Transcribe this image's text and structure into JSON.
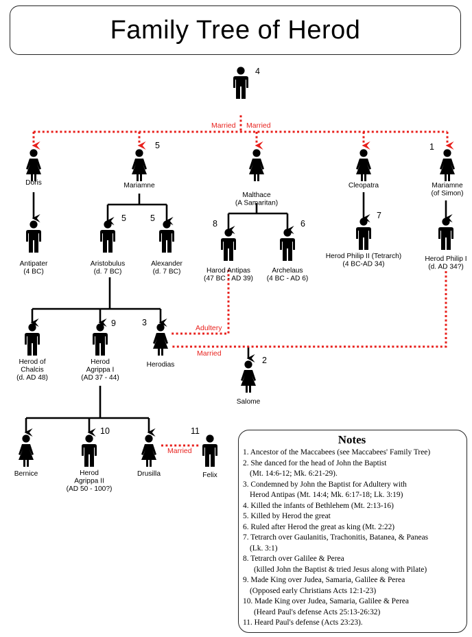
{
  "title": "Family Tree of Herod",
  "colors": {
    "line": "#000000",
    "married": "#e8201c"
  },
  "people": {
    "herod": {
      "num": "4",
      "lines": []
    },
    "doris": {
      "num": "",
      "lines": [
        "Doris"
      ]
    },
    "mariamne1": {
      "num": "5",
      "lines": [
        "Mariamne"
      ]
    },
    "malthace": {
      "num": "",
      "lines": [
        "Malthace",
        "(A Samaritan)"
      ]
    },
    "cleopatra": {
      "num": "",
      "lines": [
        "Cleopatra"
      ]
    },
    "mariamne2": {
      "num": "1",
      "lines": [
        "Mariamne",
        "(of Simon)"
      ]
    },
    "antipater": {
      "num": "",
      "lines": [
        "Antipater",
        "(4 BC)"
      ]
    },
    "aristobulus": {
      "num": "5",
      "lines": [
        "Aristobulus",
        "(d. 7 BC)"
      ]
    },
    "alexander": {
      "num": "5",
      "lines": [
        "Alexander",
        "(d. 7 BC)"
      ]
    },
    "antipas": {
      "num": "8",
      "lines": [
        "Harod Antipas",
        "(47 BC - AD 39)"
      ]
    },
    "archelaus": {
      "num": "6",
      "lines": [
        "Archelaus",
        "(4 BC - AD 6)"
      ]
    },
    "philip2": {
      "num": "7",
      "lines": [
        "Herod Philip II (Tetrarch)",
        "(4 BC-AD 34)"
      ]
    },
    "philip1": {
      "num": "",
      "lines": [
        "Herod Philip I",
        "(d. AD 34?)"
      ]
    },
    "chalcis": {
      "num": "",
      "lines": [
        "Herod of",
        "Chalcis",
        "(d. AD 48)"
      ]
    },
    "agrippa1": {
      "num": "9",
      "lines": [
        "Herod",
        "Agrippa I",
        "(AD 37 - 44)"
      ]
    },
    "herodias": {
      "num": "3",
      "lines": [
        "Herodias"
      ]
    },
    "salome": {
      "num": "2",
      "lines": [
        "Salome"
      ]
    },
    "bernice": {
      "num": "",
      "lines": [
        "Bernice"
      ]
    },
    "agrippa2": {
      "num": "10",
      "lines": [
        "Herod",
        "Agrippa II",
        "(AD 50 - 100?)"
      ]
    },
    "drusilla": {
      "num": "",
      "lines": [
        "Drusilla"
      ]
    },
    "felix": {
      "num": "11",
      "lines": [
        "Felix"
      ]
    }
  },
  "relation_labels": {
    "married_left": "Married",
    "married_right": "Married",
    "adultery": "Adultery",
    "married_herodias": "Married",
    "married_drusilla": "Married"
  },
  "notes": {
    "heading": "Notes",
    "lines": [
      {
        "text": "1. Ancestor of the Maccabees (see Maccabees' Family Tree)",
        "indent": 0
      },
      {
        "text": "2. She danced for the head of John the Baptist",
        "indent": 0
      },
      {
        "text": "(Mt. 14:6-12; Mk. 6:21-29).",
        "indent": 1
      },
      {
        "text": "3. Condemned by John the Baptist for Adultery with",
        "indent": 0
      },
      {
        "text": "Herod Antipas (Mt. 14:4; Mk. 6:17-18; Lk. 3:19)",
        "indent": 1
      },
      {
        "text": "4. Killed the infants of Bethlehem (Mt. 2:13-16)",
        "indent": 0
      },
      {
        "text": "5. Killed by Herod the great",
        "indent": 0
      },
      {
        "text": "6. Ruled after Herod the great as king (Mt. 2:22)",
        "indent": 0
      },
      {
        "text": "7. Tetrarch over Gaulanitis, Trachonitis, Batanea, & Paneas",
        "indent": 0
      },
      {
        "text": "(Lk. 3:1)",
        "indent": 1
      },
      {
        "text": "8. Tetrarch over Galilee & Perea",
        "indent": 0
      },
      {
        "text": "(killed John the Baptist & tried Jesus along with Pilate)",
        "indent": 2
      },
      {
        "text": "9. Made King over Judea, Samaria, Galilee & Perea",
        "indent": 0
      },
      {
        "text": "(Opposed early Christians Acts 12:1-23)",
        "indent": 1
      },
      {
        "text": "10. Made King over Judea, Samaria, Galilee & Perea",
        "indent": 0
      },
      {
        "text": "(Heard Paul's defense Acts 25:13-26:32)",
        "indent": 2
      },
      {
        "text": "11. Heard Paul's defense (Acts 23:23).",
        "indent": 0
      }
    ]
  }
}
